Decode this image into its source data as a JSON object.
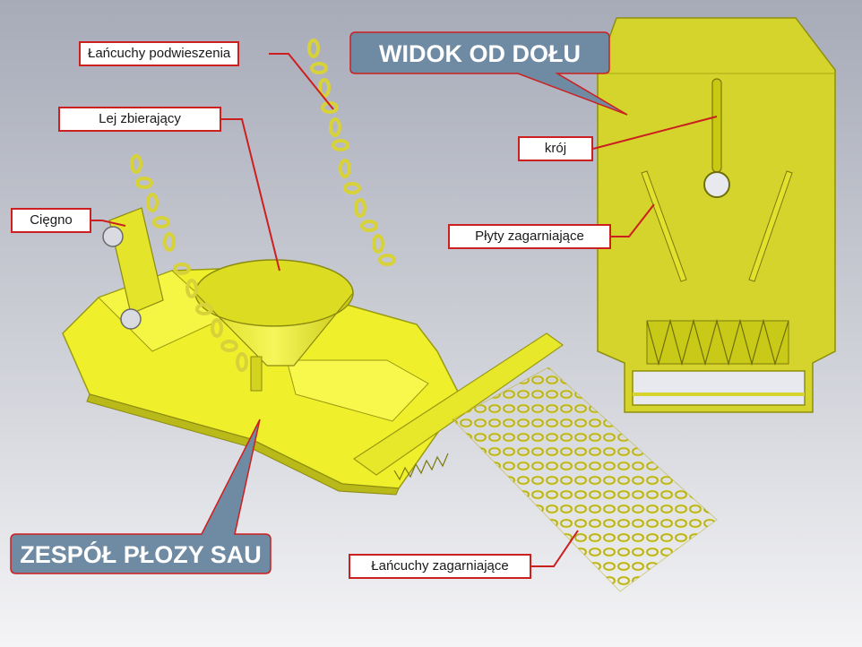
{
  "labels": {
    "suspension_chains": "Łańcuchy podwieszenia",
    "collecting_funnel": "Lej zbierający",
    "tie_rod": "Cięgno",
    "coulter": "krój",
    "raking_plates": "Płyty zagarniające",
    "raking_chains": "Łańcuchy zagarniające"
  },
  "titles": {
    "bottom_view": "WIDOK OD DOŁU",
    "assembly": "ZESPÓŁ PŁOZY SAU"
  },
  "colors": {
    "part_yellow": "#e6e62a",
    "callout_fill": "#6f8ba3",
    "leader_red": "#cc1f1f",
    "chain_gold": "#d8d23a"
  }
}
